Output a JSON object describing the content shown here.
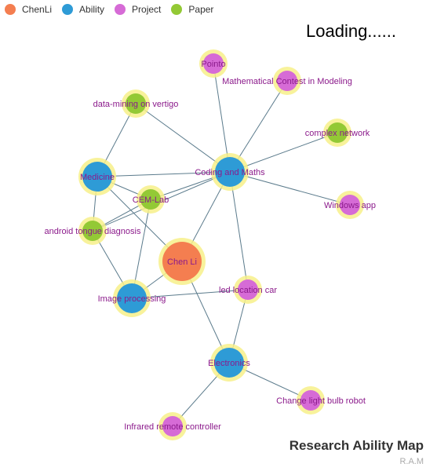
{
  "legend": [
    {
      "label": "ChenLi",
      "color": "#f47e50"
    },
    {
      "label": "Ability",
      "color": "#2e9bd6"
    },
    {
      "label": "Project",
      "color": "#d66bd6"
    },
    {
      "label": "Paper",
      "color": "#93c935"
    }
  ],
  "status_text": "Loading......",
  "title": "Research Ability Map",
  "subtitle": "R.A.M",
  "colors": {
    "halo": "#f7f08a",
    "edge": "#5b7b8c",
    "label": "#8b1a8b"
  },
  "nodes": [
    {
      "id": "chenli",
      "label": "Chen Li",
      "category": "ChenLi"
    },
    {
      "id": "coding",
      "label": "Coding and Maths",
      "category": "Ability"
    },
    {
      "id": "medicine",
      "label": "Medicine",
      "category": "Ability"
    },
    {
      "id": "imageproc",
      "label": "Image processing",
      "category": "Ability"
    },
    {
      "id": "electronics",
      "label": "Electronics",
      "category": "Ability"
    },
    {
      "id": "pointo",
      "label": "Pointo",
      "category": "Project"
    },
    {
      "id": "mcm",
      "label": "Mathematical Contest in Modeling",
      "category": "Project"
    },
    {
      "id": "windows",
      "label": "Windows app",
      "category": "Project"
    },
    {
      "id": "ledcar",
      "label": "led location car",
      "category": "Project"
    },
    {
      "id": "bulb",
      "label": "Change light bulb robot",
      "category": "Project"
    },
    {
      "id": "infrared",
      "label": "Infrared remote controller",
      "category": "Project"
    },
    {
      "id": "datamining",
      "label": "data-mining on vertigo",
      "category": "Paper"
    },
    {
      "id": "complex",
      "label": "complex network",
      "category": "Paper"
    },
    {
      "id": "cemlab",
      "label": "CEM-Lab",
      "category": "Paper"
    },
    {
      "id": "tongue",
      "label": "android tongue diagnosis",
      "category": "Paper"
    }
  ],
  "links": [
    [
      "chenli",
      "coding"
    ],
    [
      "chenli",
      "medicine"
    ],
    [
      "chenli",
      "imageproc"
    ],
    [
      "chenli",
      "electronics"
    ],
    [
      "coding",
      "pointo"
    ],
    [
      "coding",
      "mcm"
    ],
    [
      "coding",
      "datamining"
    ],
    [
      "coding",
      "complex"
    ],
    [
      "coding",
      "windows"
    ],
    [
      "coding",
      "cemlab"
    ],
    [
      "coding",
      "medicine"
    ],
    [
      "coding",
      "tongue"
    ],
    [
      "coding",
      "ledcar"
    ],
    [
      "medicine",
      "datamining"
    ],
    [
      "medicine",
      "cemlab"
    ],
    [
      "medicine",
      "tongue"
    ],
    [
      "cemlab",
      "imageproc"
    ],
    [
      "cemlab",
      "tongue"
    ],
    [
      "imageproc",
      "tongue"
    ],
    [
      "imageproc",
      "ledcar"
    ],
    [
      "electronics",
      "ledcar"
    ],
    [
      "electronics",
      "bulb"
    ],
    [
      "electronics",
      "infrared"
    ]
  ]
}
